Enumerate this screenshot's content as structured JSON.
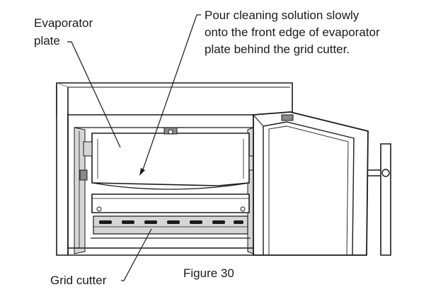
{
  "callouts": {
    "evaporator_plate": {
      "line1": "Evaporator",
      "line2": "plate"
    },
    "pour_instruction": {
      "line1": "Pour cleaning solution slowly",
      "line2": "onto the front edge of evaporator",
      "line3": "plate behind the grid cutter."
    },
    "grid_cutter": "Grid cutter"
  },
  "caption": "Figure 30",
  "colors": {
    "line": "#1a1a1a",
    "shade_dark": "#8a8a8a",
    "shade_light": "#d6d6d6",
    "background": "#ffffff"
  }
}
